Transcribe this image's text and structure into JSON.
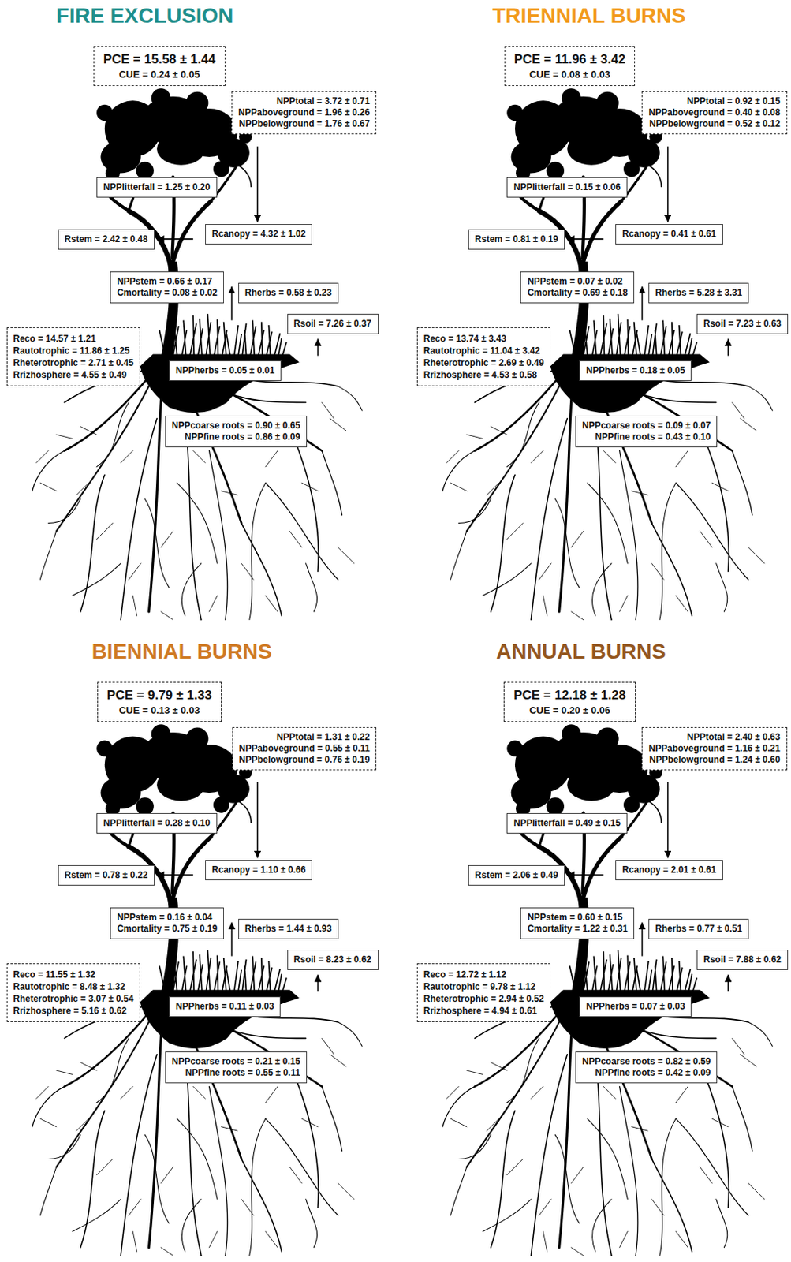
{
  "diagram": {
    "nodes": [
      {
        "text": [
          "PCE = 15.58 ± 1.44",
          "CUE = 0.24 ± 0.05"
        ]
      },
      {
        "text": [
          "NPPtotal = 3.72 ± 0.71",
          "NPPaboveground = 1.96 ± 0.26",
          "NPPbelowground = 1.76 ± 0.67"
        ]
      },
      {
        "text": [
          "NPPlitterfall = 1.25 ± 0.20"
        ]
      },
      {
        "text": [
          "Rcanopy = 4.32 ± 1.02"
        ]
      },
      {
        "text": [
          "Rstem = 2.42 ± 0.48"
        ]
      },
      {
        "text": [
          "NPPstem = 0.66 ± 0.17",
          "Cmortality = 0.08 ± 0.02"
        ]
      },
      {
        "text": [
          "Rherbs = 0.58 ± 0.23"
        ]
      },
      {
        "text": [
          "Rsoil = 7.26 ± 0.37"
        ]
      },
      {
        "text": [
          "Reco = 14.57 ± 1.21",
          "Rautotrophic = 11.86 ± 1.25",
          "Rheterotrophic = 2.71 ± 0.45",
          "Rrizhosphere = 4.55 ± 0.49"
        ]
      },
      {
        "text": [
          "NPPherbs = 0.05 ± 0.01"
        ]
      },
      {
        "text": [
          "NPPcoarse roots = 0.90 ± 0.65",
          "NPPfine roots = 0.86 ± 0.09"
        ]
      },
      {
        "text": [
          "PCE = 11.96 ± 3.42",
          "CUE = 0.08 ± 0.03"
        ]
      },
      {
        "text": [
          "NPPtotal = 0.92 ± 0.15",
          "NPPaboveground = 0.40 ± 0.08",
          "NPPbelowground = 0.52 ± 0.12"
        ]
      },
      {
        "text": [
          "NPPlitterfall = 0.15 ± 0.06"
        ]
      },
      {
        "text": [
          "Rcanopy = 0.41 ± 0.61"
        ]
      },
      {
        "text": [
          "Rstem = 0.81 ± 0.19"
        ]
      },
      {
        "text": [
          "NPPstem = 0.07 ± 0.02",
          "Cmortality = 0.69 ± 0.18"
        ]
      },
      {
        "text": [
          "Rherbs = 5.28 ± 3.31"
        ]
      },
      {
        "text": [
          "Rsoil = 7.23 ± 0.63"
        ]
      },
      {
        "text": [
          "Reco = 13.74 ± 3.43",
          "Rautotrophic = 11.04 ± 3.42",
          "Rheterotrophic = 2.69 ± 0.49",
          "Rrizhosphere = 4.53 ± 0.58"
        ]
      },
      {
        "text": [
          "NPPherbs = 0.18 ± 0.05"
        ]
      },
      {
        "text": [
          "NPPcoarse roots = 0.09 ± 0.07",
          "NPPfine roots = 0.43 ± 0.10"
        ]
      },
      {
        "text": [
          "PCE = 9.79 ± 1.33",
          "CUE = 0.13 ± 0.03"
        ]
      },
      {
        "text": [
          "NPPtotal = 1.31 ± 0.22",
          "NPPaboveground = 0.55 ± 0.11",
          "NPPbelowground = 0.76 ± 0.19"
        ]
      },
      {
        "text": [
          "NPPlitterfall = 0.28 ± 0.10"
        ]
      },
      {
        "text": [
          "Rcanopy = 1.10 ± 0.66"
        ]
      },
      {
        "text": [
          "Rstem = 0.78 ± 0.22"
        ]
      },
      {
        "text": [
          "NPPstem = 0.16 ± 0.04",
          "Cmortality = 0.75 ± 0.19"
        ]
      },
      {
        "text": [
          "Rherbs = 1.44 ± 0.93"
        ]
      },
      {
        "text": [
          "Rsoil = 8.23 ± 0.62"
        ]
      },
      {
        "text": [
          "Reco = 11.55 ± 1.32",
          "Rautotrophic = 8.48 ± 1.32",
          "Rheterotrophic = 3.07 ± 0.54",
          "Rrizhosphere = 5.16 ± 0.62"
        ]
      },
      {
        "text": [
          "NPPherbs = 0.11 ± 0.03"
        ]
      },
      {
        "text": [
          "NPPcoarse roots = 0.21 ± 0.15",
          "NPPfine roots = 0.55 ± 0.11"
        ]
      },
      {
        "text": [
          "PCE = 12.18 ± 1.28",
          "CUE = 0.20 ± 0.06"
        ]
      },
      {
        "text": [
          "NPPtotal = 2.40 ± 0.63",
          "NPPaboveground = 1.16 ± 0.21",
          "NPPbelowground = 1.24 ± 0.60"
        ]
      },
      {
        "text": [
          "NPPlitterfall = 0.49 ± 0.15"
        ]
      },
      {
        "text": [
          "Rcanopy = 2.01 ± 0.61"
        ]
      },
      {
        "text": [
          "Rstem = 2.06 ± 0.49"
        ]
      },
      {
        "text": [
          "NPPstem = 0.60 ± 0.15",
          "Cmortality = 1.22 ± 0.31"
        ]
      },
      {
        "text": [
          "Rherbs = 0.77 ± 0.51"
        ]
      },
      {
        "text": [
          "Rsoil = 7.88 ± 0.62"
        ]
      },
      {
        "text": [
          "Reco = 12.72 ± 1.12",
          "Rautotrophic = 9.78 ± 1.12",
          "Rheterotrophic = 2.94 ± 0.52",
          "Rrizhosphere = 4.94 ± 0.61"
        ]
      },
      {
        "text": [
          "NPPherbs = 0.07 ± 0.03"
        ]
      },
      {
        "text": [
          "NPPcoarse roots = 0.82 ± 0.59",
          "NPPfine roots = 0.42 ± 0.09"
        ]
      }
    ],
    "labels": [
      "FIRE EXCLUSION",
      "TRIENNIAL BURNS",
      "BIENNIAL BURNS",
      "ANNUAL BURNS"
    ]
  }
}
